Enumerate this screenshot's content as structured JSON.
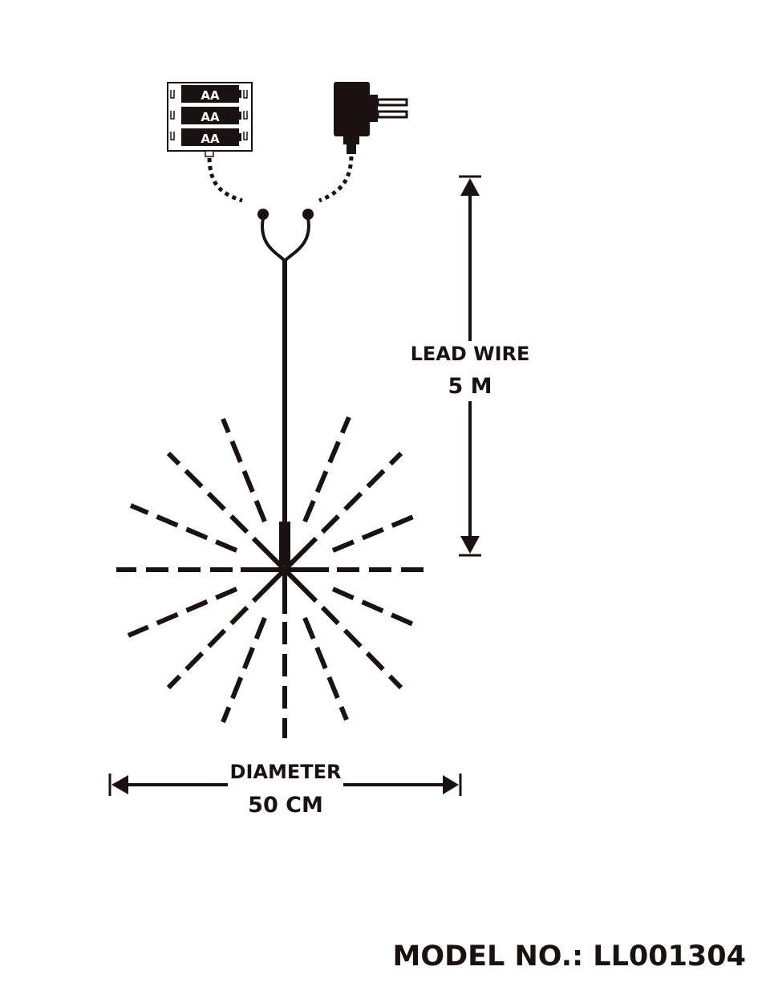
{
  "battery_box": {
    "cells": [
      "AA",
      "AA",
      "AA"
    ]
  },
  "lead_wire": {
    "label": "LEAD WIRE",
    "value": "5 M"
  },
  "diameter": {
    "label": "DIAMETER",
    "value": "50 CM"
  },
  "model": {
    "text": "MODEL NO.: LL001304"
  },
  "colors": {
    "ink": "#1a1210",
    "background": "#ffffff"
  },
  "icons": [
    "battery-box-icon",
    "plug-adapter-icon",
    "starburst-light-icon",
    "arrow-icon"
  ]
}
